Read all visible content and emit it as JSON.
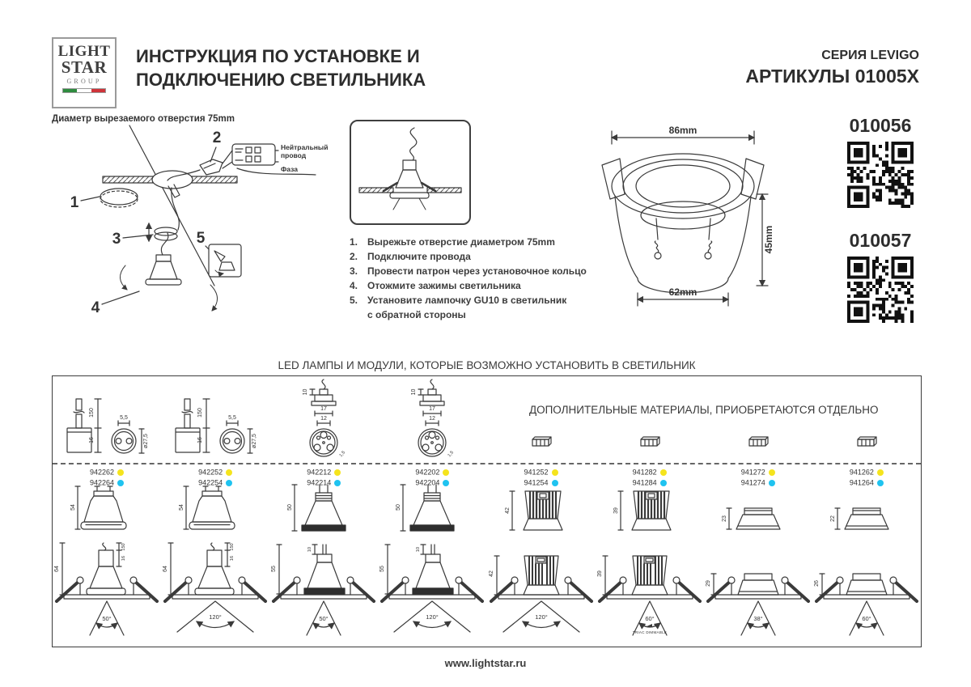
{
  "header": {
    "logo": {
      "line1": "LIGHT",
      "line2": "STAR",
      "line3": "GROUP"
    },
    "title": {
      "line1": "ИНСТРУКЦИЯ ПО УСТАНОВКЕ И",
      "line2": "ПОДКЛЮЧЕНИЮ СВЕТИЛЬНИКА"
    },
    "series": "СЕРИЯ LEVIGO",
    "articles": "АРТИКУЛЫ 01005X"
  },
  "install": {
    "hole_note": "Диаметр вырезаемого отверстия 75mm",
    "labels": {
      "n1": "1",
      "n2": "2",
      "n3": "3",
      "n4": "4",
      "n5": "5",
      "neutral1": "Нейтральный",
      "neutral2": "провод",
      "phase": "Фаза"
    },
    "steps": [
      {
        "num": "1.",
        "text": "Вырежьте отверстие диаметром 75mm"
      },
      {
        "num": "2.",
        "text": "Подключите провода"
      },
      {
        "num": "3.",
        "text": "Провести патрон через установочное кольцо"
      },
      {
        "num": "4.",
        "text": "Отожмите зажимы светильника"
      },
      {
        "num": "5.",
        "text": "Установите лампочку GU10 в светильник"
      },
      {
        "num": "",
        "text": "с обратной стороны"
      }
    ]
  },
  "dimensions": {
    "outer": "86mm",
    "height": "45mm",
    "inner": "62mm"
  },
  "qr": {
    "first": {
      "code": "010056"
    },
    "second": {
      "code": "010057"
    }
  },
  "lamps": {
    "section_title": "LED ЛАМПЫ И МОДУЛИ, КОТОРЫЕ ВОЗМОЖНО УСТАНОВИТЬ В СВЕТИЛЬНИК",
    "additional_title": "ДОПОЛНИТЕЛЬНЫЕ МАТЕРИАЛЫ, ПРИОБРЕТАЮТСЯ ОТДЕЛЬНО",
    "dot_colors": {
      "yellow": "#f5e41d",
      "cyan": "#1fc3f0"
    },
    "socket_dims": {
      "cable": "150",
      "body": "16",
      "pin": "5,5",
      "dia": "ø27,5"
    },
    "conn_dims": {
      "pin": "10",
      "w1": "17",
      "w2": "12",
      "hole": "1,5"
    },
    "columns": [
      {
        "articles": [
          {
            "code": "942262",
            "dot": "yellow"
          },
          {
            "code": "942264",
            "dot": "cyan"
          }
        ],
        "lamp_height": "54",
        "fixture_height": "64",
        "beam": "50°",
        "stem": {
          "cable": "150",
          "body": "16"
        }
      },
      {
        "articles": [
          {
            "code": "942252",
            "dot": "yellow"
          },
          {
            "code": "942254",
            "dot": "cyan"
          }
        ],
        "lamp_height": "54",
        "fixture_height": "64",
        "beam": "120°",
        "stem": {
          "cable": "150",
          "body": "16"
        }
      },
      {
        "articles": [
          {
            "code": "942212",
            "dot": "yellow"
          },
          {
            "code": "942214",
            "dot": "cyan"
          }
        ],
        "lamp_height": "50",
        "fixture_height": "55",
        "beam": "50°",
        "stem": {
          "pin": "10"
        }
      },
      {
        "articles": [
          {
            "code": "942202",
            "dot": "yellow"
          },
          {
            "code": "942204",
            "dot": "cyan"
          }
        ],
        "lamp_height": "50",
        "fixture_height": "55",
        "beam": "120°",
        "stem": {
          "pin": "10"
        }
      },
      {
        "articles": [
          {
            "code": "941252",
            "dot": "yellow"
          },
          {
            "code": "941254",
            "dot": "cyan"
          }
        ],
        "lamp_height": "42",
        "fixture_height": "42",
        "beam": "120°"
      },
      {
        "articles": [
          {
            "code": "941282",
            "dot": "yellow"
          },
          {
            "code": "941284",
            "dot": "cyan"
          }
        ],
        "lamp_height": "39",
        "fixture_height": "39",
        "beam": "60°",
        "note": "TRIAC DIMMABLE"
      },
      {
        "articles": [
          {
            "code": "941272",
            "dot": "yellow"
          },
          {
            "code": "941274",
            "dot": "cyan"
          }
        ],
        "lamp_height": "23",
        "fixture_height": "29",
        "beam": "38°"
      },
      {
        "articles": [
          {
            "code": "941262",
            "dot": "yellow"
          },
          {
            "code": "941264",
            "dot": "cyan"
          }
        ],
        "lamp_height": "22",
        "fixture_height": "26",
        "beam": "60°"
      }
    ]
  },
  "footer": {
    "url": "www.lightstar.ru"
  }
}
